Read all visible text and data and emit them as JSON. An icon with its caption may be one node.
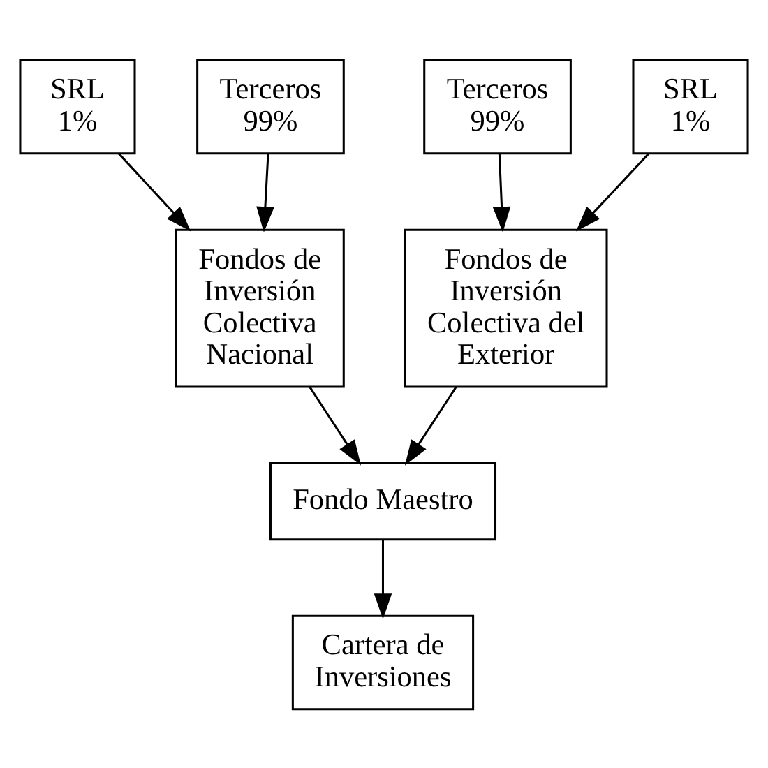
{
  "diagram": {
    "nodes": [
      {
        "text": [
          "SRL 1%"
        ]
      },
      {
        "text": [
          "Terceros 99%"
        ]
      },
      {
        "text": [
          "Terceros 99%"
        ]
      },
      {
        "text": [
          "SRL 1%"
        ]
      },
      {
        "text": [
          "Fondos de Inversión Colectiva Nacional"
        ]
      },
      {
        "text": [
          "Fondos de Inversión Colectiva del Exterior"
        ]
      },
      {
        "text": [
          "Fondo Maestro"
        ]
      },
      {
        "text": [
          "Cartera de Inversiones"
        ]
      }
    ],
    "edges": [
      {
        "from": 0,
        "to": 4,
        "arrow": "to"
      },
      {
        "from": 1,
        "to": 4,
        "arrow": "to"
      },
      {
        "from": 2,
        "to": 5,
        "arrow": "to"
      },
      {
        "from": 3,
        "to": 5,
        "arrow": "to"
      },
      {
        "from": 4,
        "to": 6,
        "arrow": "to"
      },
      {
        "from": 5,
        "to": 6,
        "arrow": "to"
      },
      {
        "from": 6,
        "to": 7,
        "arrow": "to"
      }
    ]
  }
}
